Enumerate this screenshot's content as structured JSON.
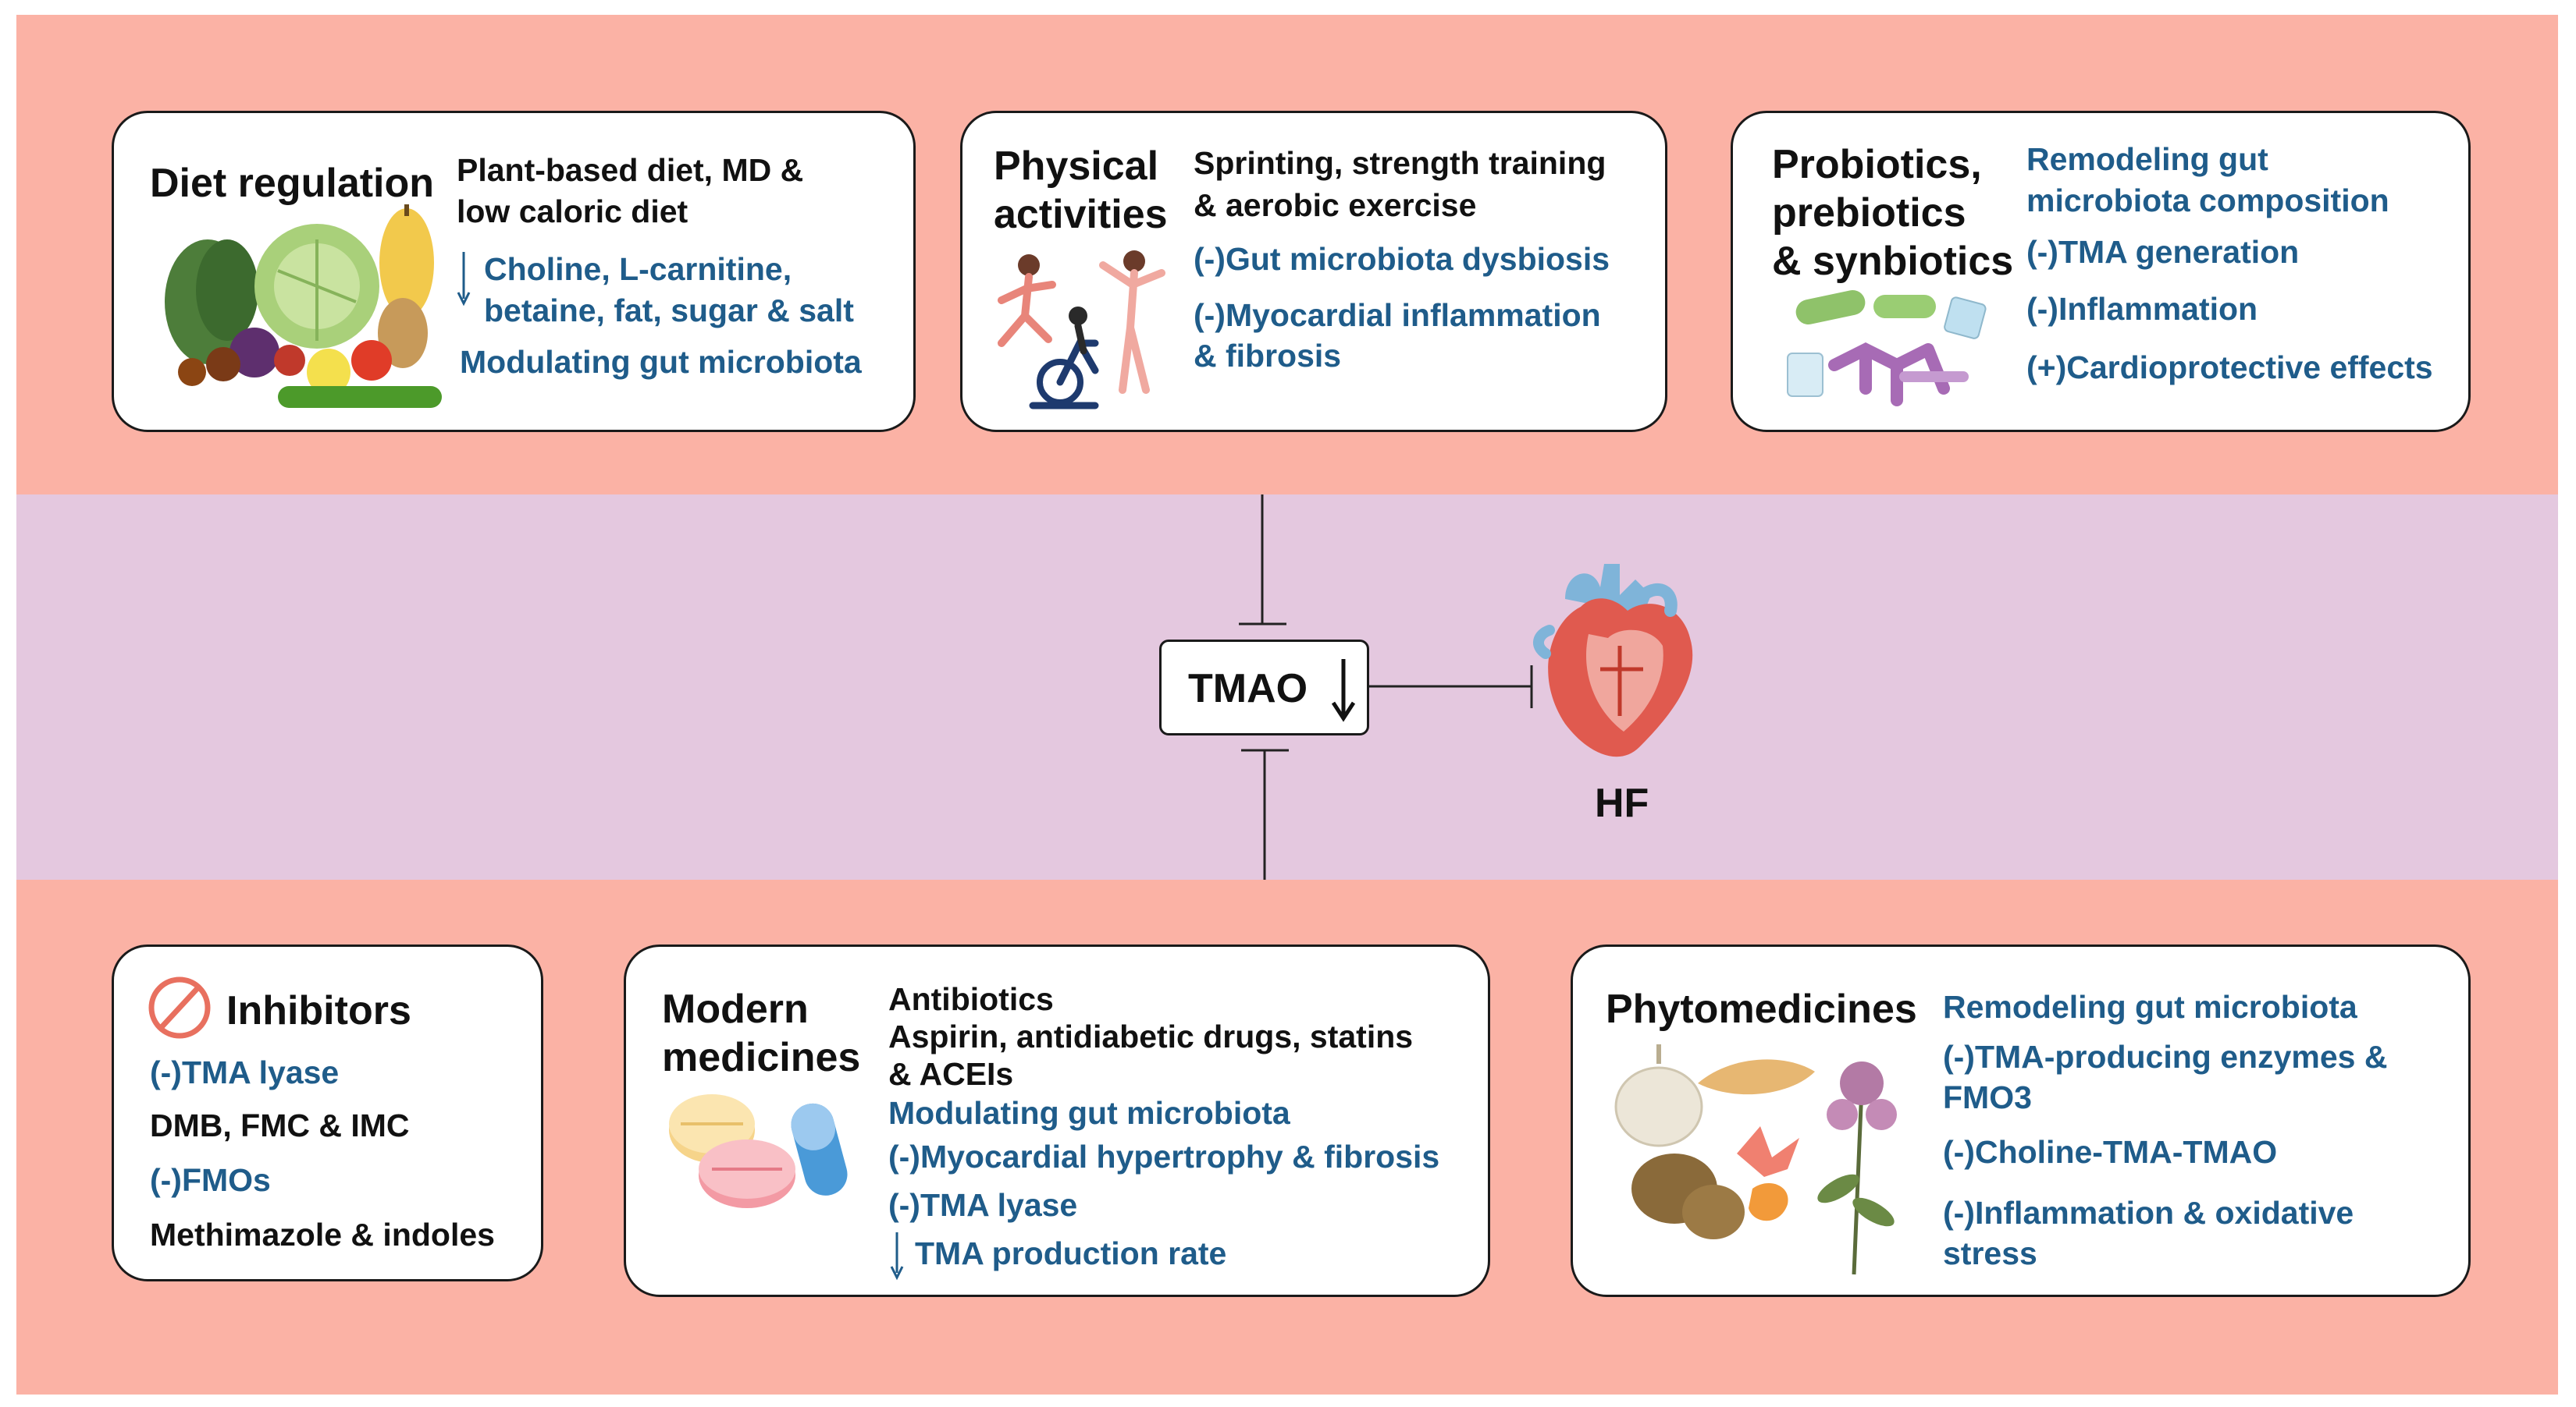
{
  "cards": {
    "diet": {
      "title": "Diet regulation",
      "line1": "Plant-based diet, MD &",
      "line2": "low caloric diet",
      "down1": "Choline, L-carnitine,",
      "down2": "betaine, fat, sugar & salt",
      "effect": "Modulating gut microbiota"
    },
    "physical": {
      "title1": "Physical",
      "title2": "activities",
      "line1": "Sprinting, strength training",
      "line2": "& aerobic exercise",
      "effect1": "(-)Gut microbiota dysbiosis",
      "effect2": "(-)Myocardial inflammation",
      "effect3": "& fibrosis"
    },
    "probiotics": {
      "title1": "Probiotics,",
      "title2": "prebiotics",
      "title3": "& synbiotics",
      "effect1": "Remodeling gut",
      "effect2": "microbiota composition",
      "effect3": "(-)TMA generation",
      "effect4": "(-)Inflammation",
      "effect5": "(+)Cardioprotective effects"
    },
    "inhibitors": {
      "title": "Inhibitors",
      "effect1": "(-)TMA lyase",
      "agents1": "DMB, FMC & IMC",
      "effect2": "(-)FMOs",
      "agents2": "Methimazole & indoles"
    },
    "modern": {
      "title1": "Modern",
      "title2": "medicines",
      "line1": "Antibiotics",
      "line2": "Aspirin, antidiabetic drugs, statins",
      "line3": "& ACEIs",
      "effect1": "Modulating gut microbiota",
      "effect2": "(-)Myocardial hypertrophy & fibrosis",
      "effect3": "(-)TMA lyase",
      "effect4": "TMA production rate"
    },
    "phyto": {
      "title": "Phytomedicines",
      "effect1": "Remodeling gut microbiota",
      "effect2": "(-)TMA-producing enzymes &",
      "effect3": "FMO3",
      "effect4": "(-)Choline-TMA-TMAO",
      "effect5": "(-)Inflammation & oxidative",
      "effect6": "stress"
    }
  },
  "center": {
    "tmao": "TMAO",
    "hf": "HF"
  },
  "colors": {
    "band_outer": "#fbb2a5",
    "band_middle": "#e4c8df",
    "text_black": "#111111",
    "text_blue": "#1f5c8a"
  },
  "icons": [
    "food-illustration",
    "exercise-illustration",
    "bacteria-illustration",
    "prohibition-icon",
    "pills-illustration",
    "herbs-illustration",
    "heart-illustration",
    "down-arrow-icon",
    "inhibition-connector"
  ]
}
